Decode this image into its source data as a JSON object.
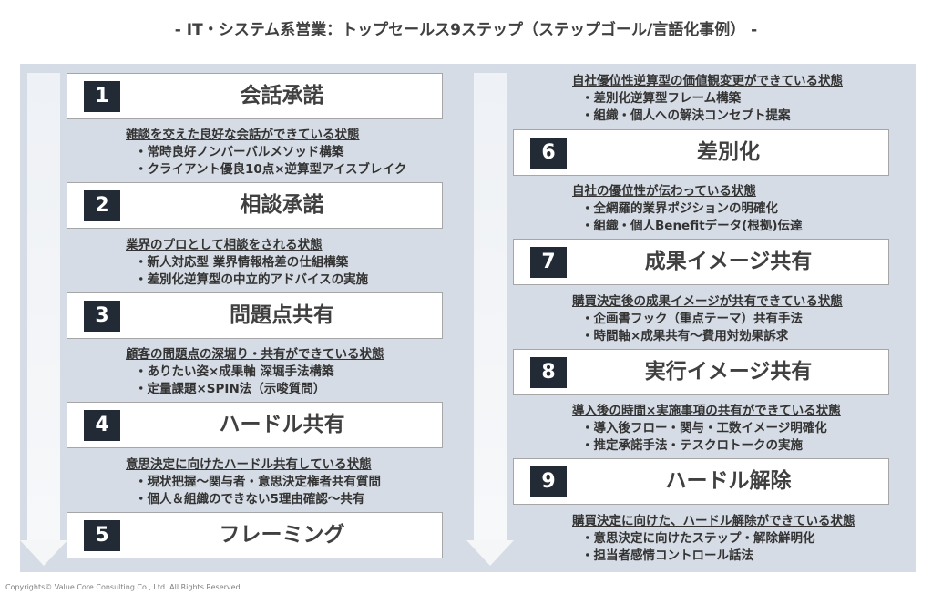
{
  "title": "- IT・システム系営業：トップセールス9ステップ（ステップゴール/言語化事例） -",
  "steps": [
    {
      "num": "1",
      "name": "会話承諾"
    },
    {
      "num": "2",
      "name": "相談承諾"
    },
    {
      "num": "3",
      "name": "問題点共有"
    },
    {
      "num": "4",
      "name": "ハードル共有"
    },
    {
      "num": "5",
      "name": "フレーミング"
    },
    {
      "num": "6",
      "name": "差別化"
    },
    {
      "num": "7",
      "name": "成果イメージ共有"
    },
    {
      "num": "8",
      "name": "実行イメージ共有"
    },
    {
      "num": "9",
      "name": "ハードル解除"
    }
  ],
  "goals": [
    {
      "heading": "雑談を交えた良好な会話ができている状態",
      "items": [
        "・常時良好ノンバーバルメソッド構築",
        "・クライアント優良10点×逆算型アイスブレイク"
      ]
    },
    {
      "heading": "業界のプロとして相談をされる状態",
      "items": [
        "・新人対応型 業界情報格差の仕組構築",
        "・差別化逆算型の中立的アドバイスの実施"
      ]
    },
    {
      "heading": "顧客の問題点の深堀り・共有ができている状態",
      "items": [
        "・ありたい姿×成果軸 深堀手法構築",
        "・定量課題×SPIN法（示唆質問）"
      ]
    },
    {
      "heading": "意思決定に向けたハードル共有している状態",
      "items": [
        "・現状把握～関与者・意思決定権者共有質問",
        "・個人＆組織のできない5理由確認～共有"
      ]
    },
    {
      "heading": "自社優位性逆算型の価値観変更ができている状態",
      "items": [
        "・差別化逆算型フレーム構築",
        "・組織・個人への解決コンセプト提案"
      ]
    },
    {
      "heading": "自社の優位性が伝わっている状態",
      "items": [
        "・全網羅的業界ポジションの明確化",
        "・組織・個人Benefitデータ(根拠)伝達"
      ]
    },
    {
      "heading": "購買決定後の成果イメージが共有できている状態",
      "items": [
        "・企画書フック（重点テーマ）共有手法",
        "・時間軸×成果共有～費用対効果訴求"
      ]
    },
    {
      "heading": "導入後の時間×実施事項の共有ができている状態",
      "items": [
        "・導入後フロー・関与・工数イメージ明確化",
        "・推定承諾手法・テスクロトークの実施"
      ]
    },
    {
      "heading": "購買決定に向けた、ハードル解除ができている状態",
      "items": [
        "・意思決定に向けたステップ・解除鮮明化",
        "・担当者感情コントロール話法"
      ]
    }
  ],
  "copyright": "Copyrights© Value Core Consulting Co., Ltd.  All Rights Reserved."
}
